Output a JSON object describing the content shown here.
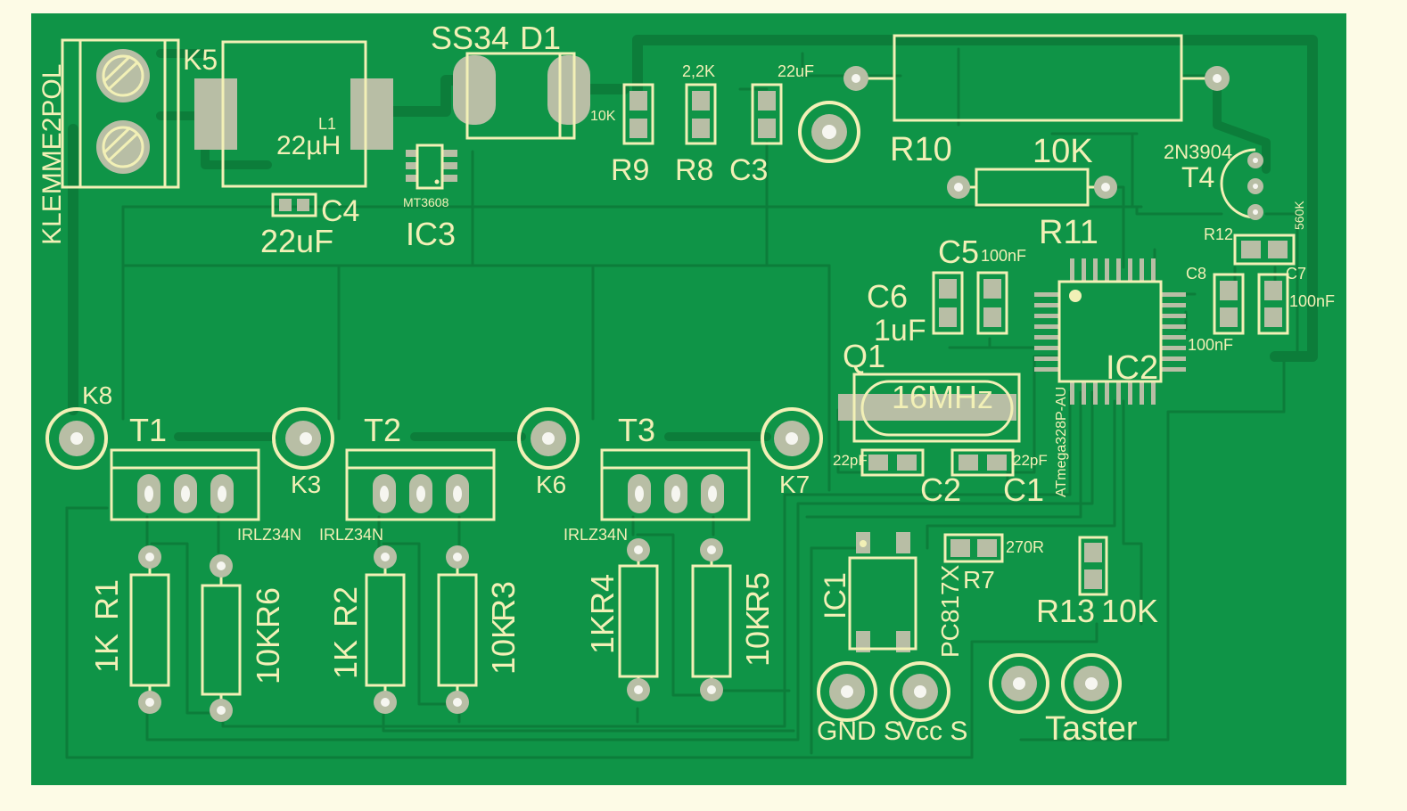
{
  "colors": {
    "background": "#fdfbe6",
    "board": "#0f9447",
    "copper_trace": "#0c7d3a",
    "silkscreen": "#f2f0b6",
    "pad": "#b8bea5"
  },
  "labels": {
    "k5": "K5",
    "klemme": "KLEMME2POL",
    "l1_ref": "L1",
    "l1_val": "22µH",
    "c4_ref": "C4",
    "c4_val": "22uF",
    "d1_val": "SS34",
    "d1_ref": "D1",
    "ic3_part": "MT3608",
    "ic3_ref": "IC3",
    "r9_val": "10K",
    "r9_ref": "R9",
    "r8_val": "2,2K",
    "r8_ref": "R8",
    "c3_val": "22uF",
    "c3_ref": "C3",
    "r10_ref": "R10",
    "r11_val": "10K",
    "r11_ref": "R11",
    "t4_part": "2N3904",
    "t4_ref": "T4",
    "r12_ref": "R12",
    "r12_val": "560K",
    "c5_ref": "C5",
    "c5_val": "100nF",
    "c6_ref": "C6",
    "c6_val": "1uF",
    "c8_ref": "C8",
    "c8_val": "100nF",
    "c7_ref": "C7",
    "c7_val": "100nF",
    "ic2_ref": "IC2",
    "ic2_part": "ATmega328P-AU",
    "q1_ref": "Q1",
    "q1_val": "16MHz",
    "c2_val": "22pF",
    "c2_ref": "C2",
    "c1_ref": "C1",
    "c1_val": "22pF",
    "k8": "K8",
    "k3": "K3",
    "k6": "K6",
    "k7": "K7",
    "t1_ref": "T1",
    "t2_ref": "T2",
    "t3_ref": "T3",
    "t1_part": "IRLZ34N",
    "t2_part": "IRLZ34N",
    "t3_part": "IRLZ34N",
    "r1_val": "1K",
    "r1_ref": "R1",
    "r6_val": "10K",
    "r6_ref": "R6",
    "r2_val": "1K",
    "r2_ref": "R2",
    "r3_val": "10K",
    "r3_ref": "R3",
    "r4_val": "1K",
    "r4_ref": "R4",
    "r5_val": "10K",
    "r5_ref": "R5",
    "ic1_ref": "IC1",
    "ic1_part": "PC817X",
    "r7_ref": "R7",
    "r7_val": "270R",
    "r13_ref": "R13",
    "r13_val": "10K",
    "gnd": "GND S",
    "vcc": "Vcc S",
    "taster": "Taster"
  }
}
